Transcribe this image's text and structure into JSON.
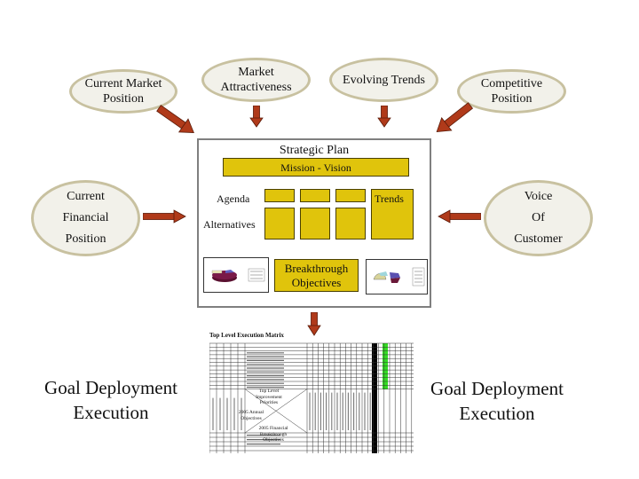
{
  "inputs": {
    "current_market_position": "Current Market Position",
    "market_attractiveness_line1": "Market",
    "market_attractiveness_line2": "Attractiveness",
    "evolving_trends": "Evolving Trends",
    "competitive_position_line1": "Competitive",
    "competitive_position_line2": "Position",
    "current_market_line1": "Current Market",
    "current_market_line2": "Position",
    "financial_line1": "Current",
    "financial_line2": "Financial",
    "financial_line3": "Position",
    "voc_line1": "Voice",
    "voc_line2": "Of",
    "voc_line3": "Customer"
  },
  "plan": {
    "title": "Strategic Plan",
    "mission": "Mission - Vision",
    "agenda_label": "Agenda",
    "alternatives_label": "Alternatives",
    "trends_label": "Trends",
    "breakthrough_line1": "Breakthrough",
    "breakthrough_line2": "Objectives"
  },
  "matrix": {
    "title": "Top Level Execution Matrix",
    "center_top_line1": "Top Level",
    "center_top_line2": "Improvement",
    "center_top_line3": "Priorities",
    "center_left_line1": "2005 Annual",
    "center_left_line2": "Objectives",
    "center_bottom_line1": "2005 Financial",
    "center_bottom_line2": "Breakthrough",
    "center_bottom_line3": "Objectives"
  },
  "goal_left": {
    "line1": "Goal Deployment",
    "line2": "Execution"
  },
  "goal_right": {
    "line1": "Goal Deployment",
    "line2": "Execution"
  },
  "colors": {
    "arrow": "#b03a1a",
    "yellow_box": "#e0c40c",
    "oval_fill": "#f2f1ea",
    "oval_border": "#c8c1a0",
    "matrix_black": "#000000",
    "matrix_green": "#33dd22"
  }
}
